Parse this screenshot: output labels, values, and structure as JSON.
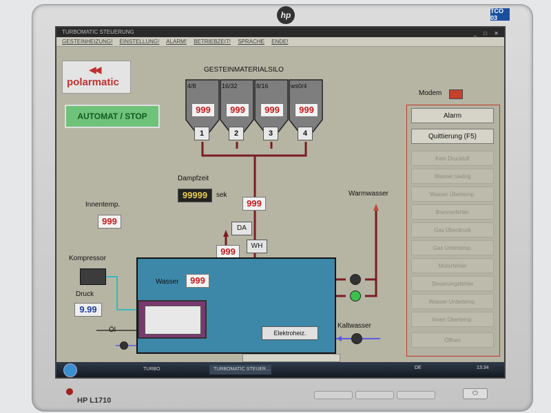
{
  "monitor": {
    "brand_logo": "hp",
    "model": "HP L1710",
    "cert_badge": "TCO 03"
  },
  "window": {
    "title": "TURBOMATIC STEUERUNG",
    "menu": [
      "GESTEINHEIZUNG!",
      "EINSTELLUNG!",
      "ALARM!",
      "BETRIEBZEIT!",
      "SPRACHE",
      "ENDE!"
    ]
  },
  "logo": {
    "text": "polarmatic"
  },
  "mode_button": "AUTOMAT / STOP",
  "silo": {
    "title": "GESTEINMATERIALSILO",
    "bins": [
      {
        "label": "4/8",
        "value": "999",
        "number": "1"
      },
      {
        "label": "16/32",
        "value": "999",
        "number": "2"
      },
      {
        "label": "8/16",
        "value": "999",
        "number": "3"
      },
      {
        "label": "ws0/4",
        "value": "999",
        "number": "4"
      }
    ]
  },
  "dampfzeit": {
    "label": "Dampfzeit",
    "value": "99999",
    "unit": "sek"
  },
  "innentemp": {
    "label": "Innentemp.",
    "value": "999"
  },
  "pipe_value": "999",
  "da_button": "DA",
  "wh_button": "WH",
  "left_pipe_value": "999",
  "warmwasser_label": "Warmwasser",
  "kaltwasser_label": "Kaltwasser",
  "kompressor_label": "Kompressor",
  "druck": {
    "label": "Druck",
    "value": "9.99"
  },
  "oel_label": "Öl",
  "wasser": {
    "label": "Wasser",
    "value": "999"
  },
  "elektroheiz_button": "Elektroheiz.",
  "modem_label": "Modem",
  "right_panel": {
    "alarm_button": "Alarm",
    "quittierung_button": "Quittierung (F5)",
    "messages": [
      "Kein Druckluft",
      "Wasser niedrig",
      "Wasser Übertemp.",
      "Brennerfehler",
      "Gas Überdruck",
      "Gas Untertemp.",
      "Motorfehler",
      "Steuerungsfehler",
      "Wasser Untertemp.",
      "Innen Übertemp.",
      "Öffnen"
    ]
  },
  "taskbar": {
    "tasks": [
      "TURBO",
      "TURBOMATIC STEUER..."
    ],
    "lang": "DE",
    "time": "13:34"
  },
  "colors": {
    "pipe": "#7a1c22",
    "tank": "#3d88a8",
    "alarm_red": "#c41a1a",
    "accent_green": "#6fc27a",
    "cyan_pipe": "#38b8b8",
    "blue_arrow": "#5a5ae0",
    "warm_arrow": "#c04a3a"
  }
}
